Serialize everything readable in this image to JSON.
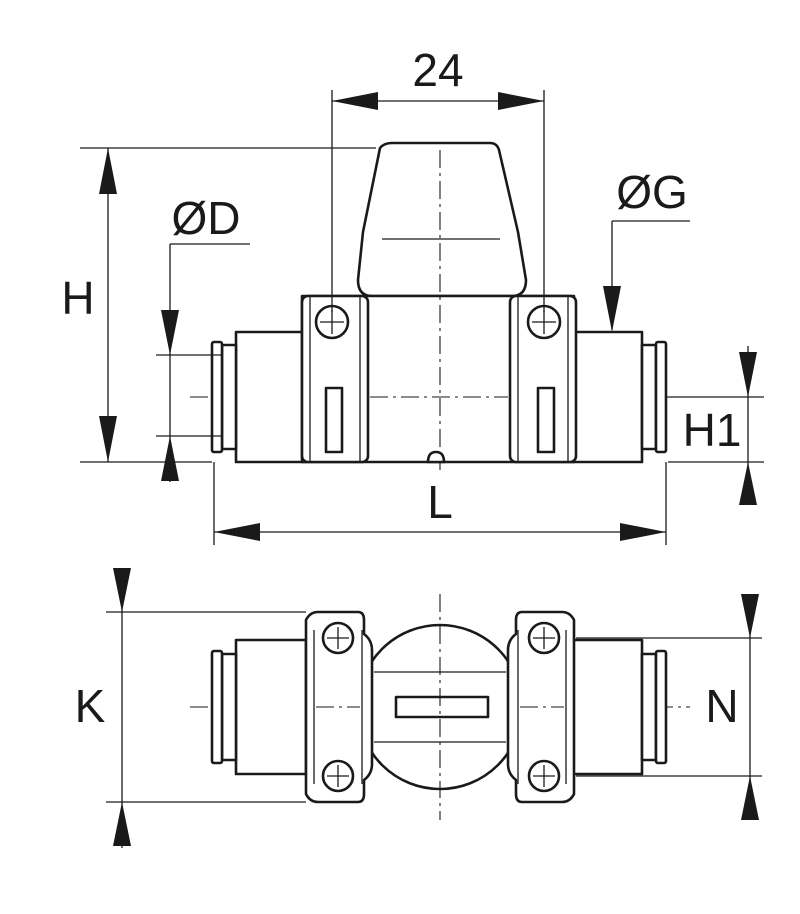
{
  "labels": {
    "width_24": "24",
    "dia_d": "ØD",
    "dia_g": "ØG",
    "height_h": "H",
    "height_h1": "H1",
    "length_l": "L",
    "width_k": "K",
    "width_n": "N"
  },
  "colors": {
    "line": "#1a1a1a",
    "background": "#ffffff"
  }
}
